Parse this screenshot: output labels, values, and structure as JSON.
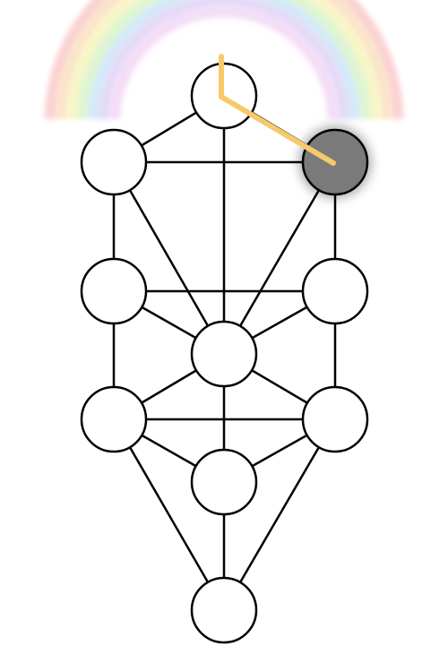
{
  "colors": {
    "background": "#ffffff",
    "line": "#000000",
    "node_fill": "#ffffff",
    "highlight_node_fill": "#7a7a7a",
    "path_stroke": "#f7c96a",
    "rainbow": [
      "#f6b6b6",
      "#f8d3a6",
      "#f4f0a2",
      "#c8f0b0",
      "#b8dcf4",
      "#d2c2f4",
      "#ecc8f2"
    ]
  },
  "diagram": {
    "nodes": [
      {
        "id": "n1",
        "name": "top-sphere",
        "highlighted": false
      },
      {
        "id": "n2",
        "name": "upper-right-sphere",
        "highlighted": true
      },
      {
        "id": "n3",
        "name": "upper-left-sphere",
        "highlighted": false
      },
      {
        "id": "n4",
        "name": "middle-right-sphere",
        "highlighted": false
      },
      {
        "id": "n5",
        "name": "middle-left-sphere",
        "highlighted": false
      },
      {
        "id": "n6",
        "name": "center-sphere",
        "highlighted": false
      },
      {
        "id": "n7",
        "name": "lower-right-sphere",
        "highlighted": false
      },
      {
        "id": "n8",
        "name": "lower-left-sphere",
        "highlighted": false
      },
      {
        "id": "n9",
        "name": "lower-center-sphere",
        "highlighted": false
      },
      {
        "id": "n10",
        "name": "bottom-sphere",
        "highlighted": false
      }
    ],
    "paths": [
      [
        "n1",
        "n2"
      ],
      [
        "n1",
        "n3"
      ],
      [
        "n1",
        "n6"
      ],
      [
        "n2",
        "n3"
      ],
      [
        "n2",
        "n4"
      ],
      [
        "n2",
        "n6"
      ],
      [
        "n3",
        "n5"
      ],
      [
        "n3",
        "n6"
      ],
      [
        "n4",
        "n5"
      ],
      [
        "n4",
        "n6"
      ],
      [
        "n4",
        "n7"
      ],
      [
        "n5",
        "n6"
      ],
      [
        "n5",
        "n8"
      ],
      [
        "n6",
        "n7"
      ],
      [
        "n6",
        "n8"
      ],
      [
        "n6",
        "n9"
      ],
      [
        "n7",
        "n8"
      ],
      [
        "n7",
        "n9"
      ],
      [
        "n7",
        "n10"
      ],
      [
        "n8",
        "n9"
      ],
      [
        "n8",
        "n10"
      ],
      [
        "n9",
        "n10"
      ]
    ],
    "highlight_path": [
      "n1",
      "n2"
    ],
    "rainbow": true
  }
}
